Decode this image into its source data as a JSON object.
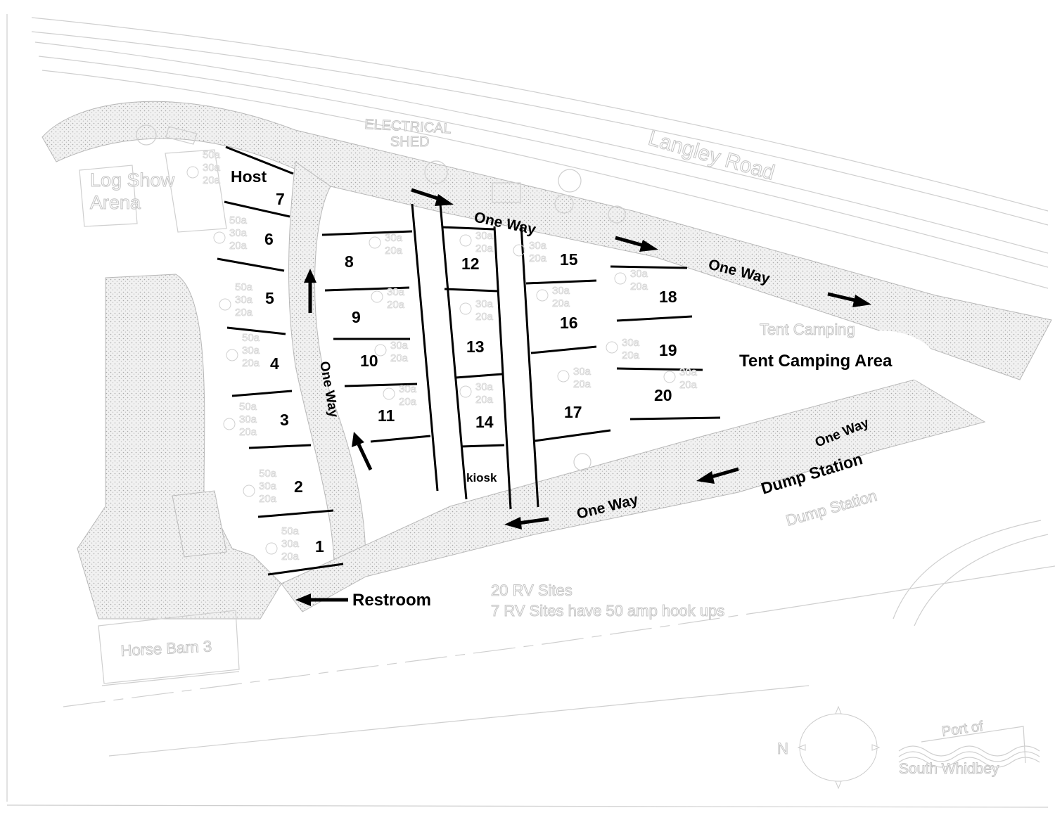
{
  "title": "RV Campground Map",
  "labels": {
    "road_name": "Langley Road",
    "electrical_shed_1": "ELECTRICAL",
    "electrical_shed_2": "SHED",
    "log_show_1": "Log Show",
    "log_show_2": "Arena",
    "horse_barn": "Horse Barn 3",
    "host": "Host",
    "kiosk": "kiosk",
    "restroom": "Restroom",
    "tent_area": "Tent Camping Area",
    "tent_area_ghost": "Tent Camping",
    "dump_station": "Dump Station",
    "dump_station_ghost": "Dump Station",
    "one_way": "One Way",
    "note_1": "20 RV Sites",
    "note_2": "7 RV Sites have 50 amp hook ups",
    "compass_n": "N",
    "logo_top": "Port of",
    "logo_bottom": "South Whidbey"
  },
  "sites": [
    {
      "number": "1",
      "amps": [
        "50a",
        "30a",
        "20a"
      ]
    },
    {
      "number": "2",
      "amps": [
        "50a",
        "30a",
        "20a"
      ]
    },
    {
      "number": "3",
      "amps": [
        "50a",
        "30a",
        "20a"
      ]
    },
    {
      "number": "4",
      "amps": [
        "50a",
        "30a",
        "20a"
      ]
    },
    {
      "number": "5",
      "amps": [
        "50a",
        "30a",
        "20a"
      ]
    },
    {
      "number": "6",
      "amps": [
        "50a",
        "30a",
        "20a"
      ]
    },
    {
      "number": "7",
      "amps": [
        "50a",
        "30a",
        "20a"
      ]
    },
    {
      "number": "8",
      "amps": [
        "30a",
        "20a"
      ]
    },
    {
      "number": "9",
      "amps": [
        "30a",
        "20a"
      ]
    },
    {
      "number": "10",
      "amps": [
        "30a",
        "20a"
      ]
    },
    {
      "number": "11",
      "amps": [
        "30a",
        "20a"
      ]
    },
    {
      "number": "12",
      "amps": [
        "30a",
        "20a"
      ]
    },
    {
      "number": "13",
      "amps": [
        "30a",
        "20a"
      ]
    },
    {
      "number": "14",
      "amps": [
        "30a",
        "20a"
      ]
    },
    {
      "number": "15",
      "amps": [
        "30a",
        "20a"
      ]
    },
    {
      "number": "16",
      "amps": [
        "30a",
        "20a"
      ]
    },
    {
      "number": "17",
      "amps": [
        "30a",
        "20a"
      ]
    },
    {
      "number": "18",
      "amps": [
        "30a",
        "20a"
      ]
    },
    {
      "number": "19",
      "amps": [
        "30a",
        "20a"
      ]
    },
    {
      "number": "20",
      "amps": [
        "30a",
        "20a"
      ]
    }
  ],
  "colors": {
    "ink": "#000000",
    "road_fill": "#e2e2e2",
    "ghost": "#c4c4c4"
  }
}
